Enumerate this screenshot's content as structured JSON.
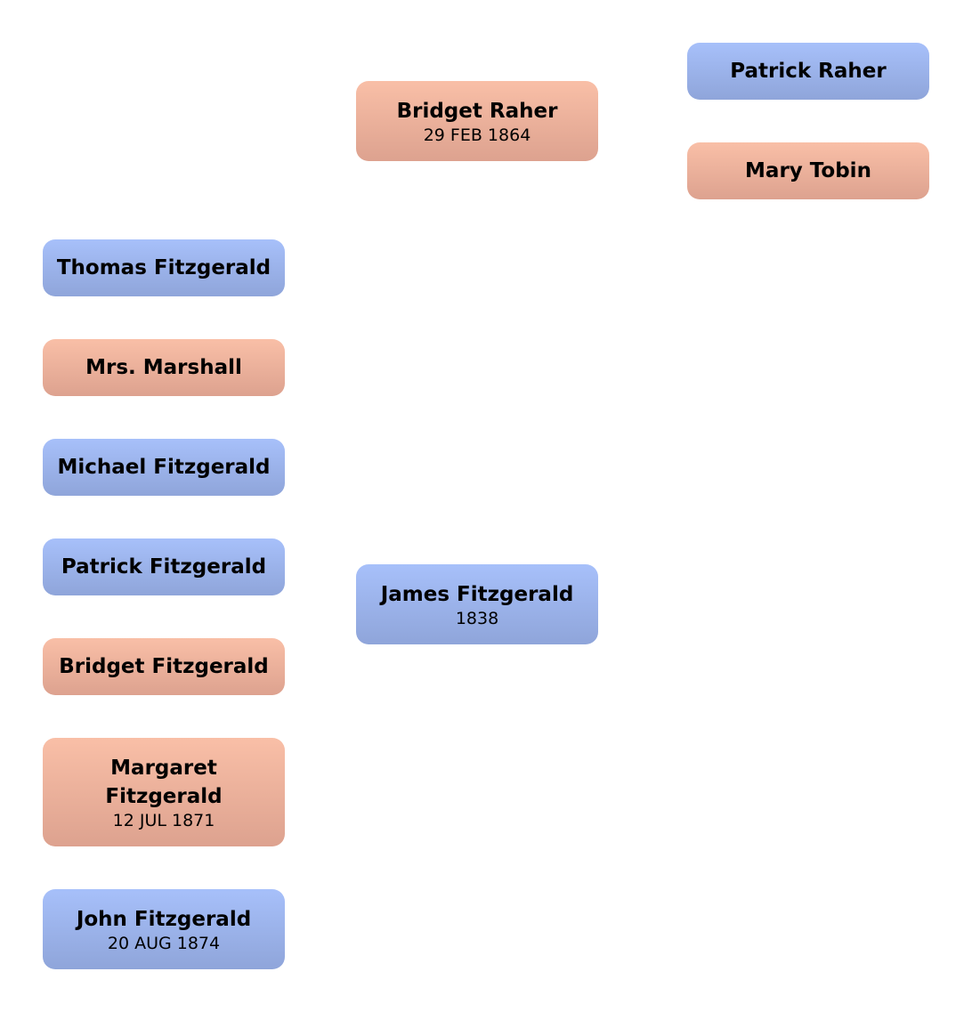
{
  "diagram": {
    "type": "family-tree",
    "colors": {
      "male": "#a7c0fa",
      "female": "#f9bfa7"
    },
    "people": [
      {
        "id": "patrick-raher",
        "name": "Patrick Raher",
        "date": "",
        "gender": "male"
      },
      {
        "id": "mary-tobin",
        "name": "Mary Tobin",
        "date": "",
        "gender": "female"
      },
      {
        "id": "bridget-raher",
        "name": "Bridget Raher",
        "date": "29 FEB 1864",
        "gender": "female"
      },
      {
        "id": "james-fitzgerald",
        "name": "James Fitzgerald",
        "date": "1838",
        "gender": "male"
      },
      {
        "id": "thomas-fitzgerald",
        "name": "Thomas Fitzgerald",
        "date": "",
        "gender": "male"
      },
      {
        "id": "mrs-marshall",
        "name": "Mrs. Marshall",
        "date": "",
        "gender": "female"
      },
      {
        "id": "michael-fitzgerald",
        "name": "Michael Fitzgerald",
        "date": "",
        "gender": "male"
      },
      {
        "id": "patrick-fitzgerald",
        "name": "Patrick Fitzgerald",
        "date": "",
        "gender": "male"
      },
      {
        "id": "bridget-fitzgerald",
        "name": "Bridget Fitzgerald",
        "date": "",
        "gender": "female"
      },
      {
        "id": "margaret-fitzgerald",
        "name": "Margaret Fitzgerald",
        "name_lines": [
          "Margaret",
          "Fitzgerald"
        ],
        "date": "12 JUL 1871",
        "gender": "female"
      },
      {
        "id": "john-fitzgerald",
        "name": "John Fitzgerald",
        "date": "20 AUG 1874",
        "gender": "male"
      }
    ]
  }
}
